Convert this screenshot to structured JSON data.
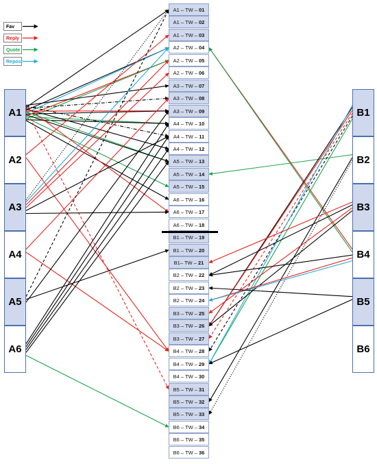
{
  "legend": [
    {
      "label": "Fav",
      "color": "#000000"
    },
    {
      "label": "Reply",
      "color": "#e8211c"
    },
    {
      "label": "Quote",
      "color": "#1aa64b"
    },
    {
      "label": "Repost",
      "color": "#25a9e0"
    }
  ],
  "accounts_left": [
    {
      "id": "A1",
      "shaded": true
    },
    {
      "id": "A2",
      "shaded": false
    },
    {
      "id": "A3",
      "shaded": true
    },
    {
      "id": "A4",
      "shaded": false
    },
    {
      "id": "A5",
      "shaded": true
    },
    {
      "id": "A6",
      "shaded": false
    }
  ],
  "accounts_right": [
    {
      "id": "B1",
      "shaded": true
    },
    {
      "id": "B2",
      "shaded": false
    },
    {
      "id": "B3",
      "shaded": true
    },
    {
      "id": "B4",
      "shaded": false
    },
    {
      "id": "B5",
      "shaded": true
    },
    {
      "id": "B6",
      "shaded": false
    }
  ],
  "tweets": [
    {
      "prefix": "A1 – TW – ",
      "num": "01",
      "shaded": true
    },
    {
      "prefix": "A1 – TW – ",
      "num": "02",
      "shaded": true
    },
    {
      "prefix": "A1 – TW – ",
      "num": "03",
      "shaded": true
    },
    {
      "prefix": "A2 – TW – ",
      "num": "04",
      "shaded": false
    },
    {
      "prefix": "A2 – TW – ",
      "num": "05",
      "shaded": false
    },
    {
      "prefix": "A2 – TW – ",
      "num": "06",
      "shaded": false
    },
    {
      "prefix": "A3 – TW – ",
      "num": "07",
      "shaded": true
    },
    {
      "prefix": "A3 – TW – ",
      "num": "08",
      "shaded": true
    },
    {
      "prefix": "A3 – TW – ",
      "num": "09",
      "shaded": true
    },
    {
      "prefix": "A4 – TW – ",
      "num": "10",
      "shaded": false
    },
    {
      "prefix": "A4 – TW – ",
      "num": "11",
      "shaded": false
    },
    {
      "prefix": "A4 – TW – ",
      "num": "12",
      "shaded": false
    },
    {
      "prefix": "A5 – TW – ",
      "num": "13",
      "shaded": true
    },
    {
      "prefix": "A5 – TW – ",
      "num": "14",
      "shaded": true
    },
    {
      "prefix": "A5 – TW – ",
      "num": "15",
      "shaded": true
    },
    {
      "prefix": "A6 – TW – ",
      "num": "16",
      "shaded": false
    },
    {
      "prefix": "A6 – TW – ",
      "num": "17",
      "shaded": false
    },
    {
      "prefix": "A6 – TW – ",
      "num": "18",
      "shaded": false
    },
    {
      "prefix": "B1 – TW – ",
      "num": "19",
      "shaded": true
    },
    {
      "prefix": "B1 – TW – ",
      "num": "20",
      "shaded": true
    },
    {
      "prefix": "B1– TW – ",
      "num": "21",
      "shaded": true
    },
    {
      "prefix": "B2 – TW – ",
      "num": "22",
      "shaded": false
    },
    {
      "prefix": "B2 – TW – ",
      "num": "23",
      "shaded": false
    },
    {
      "prefix": "B2 – TW – ",
      "num": "24",
      "shaded": false
    },
    {
      "prefix": "B3 – TW – ",
      "num": "25",
      "shaded": true
    },
    {
      "prefix": "B3 – TW – ",
      "num": "26",
      "shaded": true
    },
    {
      "prefix": "B3 – TW – ",
      "num": "27",
      "shaded": true
    },
    {
      "prefix": "B4 – TW – ",
      "num": "28",
      "shaded": false
    },
    {
      "prefix": "B4 – TW – ",
      "num": "29",
      "shaded": false
    },
    {
      "prefix": "B4 – TW – ",
      "num": "30",
      "shaded": false
    },
    {
      "prefix": "B5 – TW – ",
      "num": "31",
      "shaded": true
    },
    {
      "prefix": "B5 – TW – ",
      "num": "32",
      "shaded": true
    },
    {
      "prefix": "B5 – TW – ",
      "num": "33",
      "shaded": true
    },
    {
      "prefix": "B6 – TW – ",
      "num": "34",
      "shaded": false
    },
    {
      "prefix": "B6 – TW – ",
      "num": "35",
      "shaded": false
    },
    {
      "prefix": "B6 – TW – ",
      "num": "36",
      "shaded": false
    }
  ],
  "interactions": [
    {
      "from": "A1",
      "to": "01",
      "type": "Fav",
      "style": "solid"
    },
    {
      "from": "A1",
      "to": "04",
      "type": "Fav",
      "style": "solid"
    },
    {
      "from": "A1",
      "to": "04",
      "type": "Repost",
      "style": "solid"
    },
    {
      "from": "A1",
      "to": "05",
      "type": "Reply",
      "style": "solid"
    },
    {
      "from": "A1",
      "to": "05",
      "type": "Quote",
      "style": "solid"
    },
    {
      "from": "A1",
      "to": "07",
      "type": "Fav",
      "style": "solid"
    },
    {
      "from": "A1",
      "to": "08",
      "type": "Fav",
      "style": "dashdot"
    },
    {
      "from": "A1",
      "to": "09",
      "type": "Reply",
      "style": "solid"
    },
    {
      "from": "A1",
      "to": "09",
      "type": "Fav",
      "style": "solid"
    },
    {
      "from": "A1",
      "to": "10",
      "type": "Quote",
      "style": "solid"
    },
    {
      "from": "A1",
      "to": "10",
      "type": "Fav",
      "style": "solid"
    },
    {
      "from": "A1",
      "to": "11",
      "type": "Fav",
      "style": "dashdot"
    },
    {
      "from": "A1",
      "to": "12",
      "type": "Fav",
      "style": "solid"
    },
    {
      "from": "A1",
      "to": "13",
      "type": "Quote",
      "style": "solid"
    },
    {
      "from": "A1",
      "to": "13",
      "type": "Fav",
      "style": "solid"
    },
    {
      "from": "A1",
      "to": "15",
      "type": "Quote",
      "style": "solid"
    },
    {
      "from": "A1",
      "to": "16",
      "type": "Fav",
      "style": "solid"
    },
    {
      "from": "A1",
      "to": "17",
      "type": "Reply",
      "style": "solid"
    },
    {
      "from": "A1",
      "to": "31",
      "type": "Reply",
      "style": "dashed"
    },
    {
      "from": "A2",
      "to": "03",
      "type": "Reply",
      "style": "solid"
    },
    {
      "from": "A2",
      "to": "28",
      "type": "Reply",
      "style": "solid"
    },
    {
      "from": "A3",
      "to": "04",
      "type": "Repost",
      "style": "solid"
    },
    {
      "from": "A3",
      "to": "05",
      "type": "Reply",
      "style": "solid"
    },
    {
      "from": "A3",
      "to": "06",
      "type": "Reply",
      "style": "solid"
    },
    {
      "from": "A3",
      "to": "11",
      "type": "Fav",
      "style": "solid"
    },
    {
      "from": "A3",
      "to": "17",
      "type": "Fav",
      "style": "solid"
    },
    {
      "from": "A3",
      "to": "01",
      "type": "Fav",
      "style": "dotted"
    },
    {
      "from": "A4",
      "to": "08",
      "type": "Reply",
      "style": "solid"
    },
    {
      "from": "A4",
      "to": "28",
      "type": "Reply",
      "style": "solid"
    },
    {
      "from": "A5",
      "to": "01",
      "type": "Fav",
      "style": "dashed"
    },
    {
      "from": "A5",
      "to": "20",
      "type": "Fav",
      "style": "solid"
    },
    {
      "from": "A5",
      "to": "09",
      "type": "Fav",
      "style": "solid"
    },
    {
      "from": "A6",
      "to": "10",
      "type": "Fav",
      "style": "solid"
    },
    {
      "from": "A6",
      "to": "11",
      "type": "Fav",
      "style": "solid"
    },
    {
      "from": "A6",
      "to": "12",
      "type": "Fav",
      "style": "solid"
    },
    {
      "from": "A6",
      "to": "13",
      "type": "Fav",
      "style": "solid"
    },
    {
      "from": "A6",
      "to": "34",
      "type": "Quote",
      "style": "solid"
    },
    {
      "from": "B2",
      "to": "14",
      "type": "Quote",
      "style": "solid"
    },
    {
      "from": "B4",
      "to": "04",
      "type": "Reply",
      "style": "solid"
    },
    {
      "from": "B4",
      "to": "04",
      "type": "Quote",
      "style": "solid"
    },
    {
      "from": "B1",
      "to": "26",
      "type": "Fav",
      "style": "solid"
    },
    {
      "from": "B1",
      "to": "26",
      "type": "Reply",
      "style": "solid"
    },
    {
      "from": "B1",
      "to": "27",
      "type": "Reply",
      "style": "dashed"
    },
    {
      "from": "B1",
      "to": "28",
      "type": "Fav",
      "style": "dashed"
    },
    {
      "from": "B1",
      "to": "29",
      "type": "Quote",
      "style": "solid"
    },
    {
      "from": "B1",
      "to": "29",
      "type": "Repost",
      "style": "solid"
    },
    {
      "from": "B2",
      "to": "32",
      "type": "Fav",
      "style": "solid"
    },
    {
      "from": "B2",
      "to": "33",
      "type": "Fav",
      "style": "dotted"
    },
    {
      "from": "B3",
      "to": "21",
      "type": "Reply",
      "style": "solid"
    },
    {
      "from": "B3",
      "to": "22",
      "type": "Fav",
      "style": "solid"
    },
    {
      "from": "B3",
      "to": "25",
      "type": "Reply",
      "style": "solid"
    },
    {
      "from": "B3",
      "to": "26",
      "type": "Fav",
      "style": "solid"
    },
    {
      "from": "B4",
      "to": "22",
      "type": "Fav",
      "style": "solid"
    },
    {
      "from": "B4",
      "to": "24",
      "type": "Reply",
      "style": "solid"
    },
    {
      "from": "B4",
      "to": "24",
      "type": "Repost",
      "style": "solid"
    },
    {
      "from": "B5",
      "to": "23",
      "type": "Fav",
      "style": "solid"
    },
    {
      "from": "B5",
      "to": "29",
      "type": "Fav",
      "style": "solid"
    }
  ]
}
